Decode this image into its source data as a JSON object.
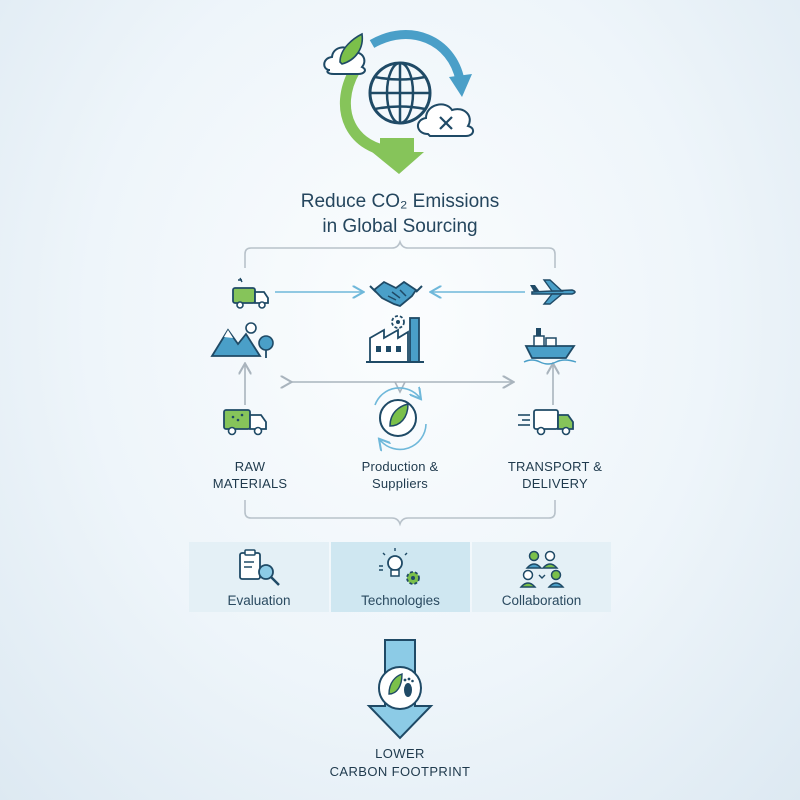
{
  "header": {
    "title_line1": "Reduce CO₂ Emissions",
    "title_line2": "in Global Sourcing"
  },
  "stages": [
    {
      "line1": "RAW",
      "line2": "MATERIALS"
    },
    {
      "line1": "Production &",
      "line2": "Suppliers"
    },
    {
      "line1": "TRANSPORT &",
      "line2": "DELIVERY"
    }
  ],
  "strategies": [
    {
      "label": "Evaluation",
      "icon": "clipboard-magnifier-icon"
    },
    {
      "label": "Technologies",
      "icon": "lightbulb-gear-icon"
    },
    {
      "label": "Collaboration",
      "icon": "team-icon"
    }
  ],
  "outcome": {
    "line1": "LOWER",
    "line2": "CARBON FOOTPRINT"
  },
  "colors": {
    "navy": "#1f4a66",
    "blue": "#4a9fc8",
    "light_blue": "#8ccbe6",
    "green": "#7bc04a",
    "gray": "#b8c2ca",
    "highlight_card": "#cfe7f1",
    "card": "#e4f0f6"
  }
}
